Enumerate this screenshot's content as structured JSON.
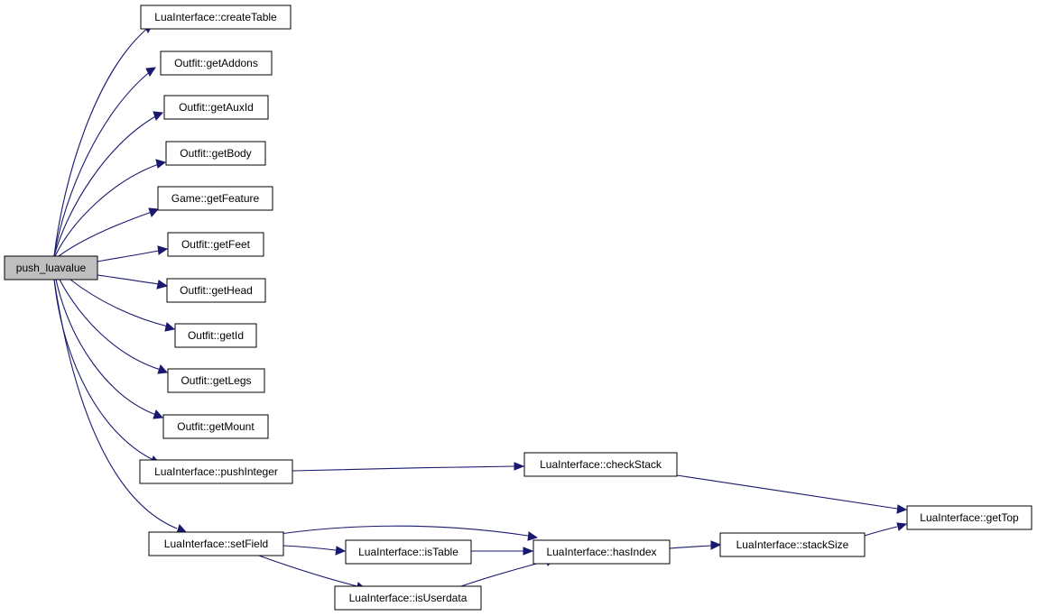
{
  "colors": {
    "root_fill": "#bfbfbf",
    "node_fill": "#ffffff",
    "node_border": "#000000",
    "edge": "#191970"
  },
  "nodes": {
    "push_luavalue": "push_luavalue",
    "createTable": "LuaInterface::createTable",
    "getAddons": "Outfit::getAddons",
    "getAuxId": "Outfit::getAuxId",
    "getBody": "Outfit::getBody",
    "getFeature": "Game::getFeature",
    "getFeet": "Outfit::getFeet",
    "getHead": "Outfit::getHead",
    "getId": "Outfit::getId",
    "getLegs": "Outfit::getLegs",
    "getMount": "Outfit::getMount",
    "pushInteger": "LuaInterface::pushInteger",
    "checkStack": "LuaInterface::checkStack",
    "getTop": "LuaInterface::getTop",
    "setField": "LuaInterface::setField",
    "isTable": "LuaInterface::isTable",
    "hasIndex": "LuaInterface::hasIndex",
    "stackSize": "LuaInterface::stackSize",
    "isUserdata": "LuaInterface::isUserdata"
  },
  "edges": [
    [
      "push_luavalue",
      "createTable"
    ],
    [
      "push_luavalue",
      "getAddons"
    ],
    [
      "push_luavalue",
      "getAuxId"
    ],
    [
      "push_luavalue",
      "getBody"
    ],
    [
      "push_luavalue",
      "getFeature"
    ],
    [
      "push_luavalue",
      "getFeet"
    ],
    [
      "push_luavalue",
      "getHead"
    ],
    [
      "push_luavalue",
      "getId"
    ],
    [
      "push_luavalue",
      "getLegs"
    ],
    [
      "push_luavalue",
      "getMount"
    ],
    [
      "push_luavalue",
      "pushInteger"
    ],
    [
      "push_luavalue",
      "setField"
    ],
    [
      "pushInteger",
      "checkStack"
    ],
    [
      "checkStack",
      "getTop"
    ],
    [
      "setField",
      "hasIndex"
    ],
    [
      "setField",
      "isTable"
    ],
    [
      "setField",
      "isUserdata"
    ],
    [
      "isTable",
      "hasIndex"
    ],
    [
      "isUserdata",
      "hasIndex"
    ],
    [
      "hasIndex",
      "stackSize"
    ],
    [
      "stackSize",
      "getTop"
    ]
  ]
}
